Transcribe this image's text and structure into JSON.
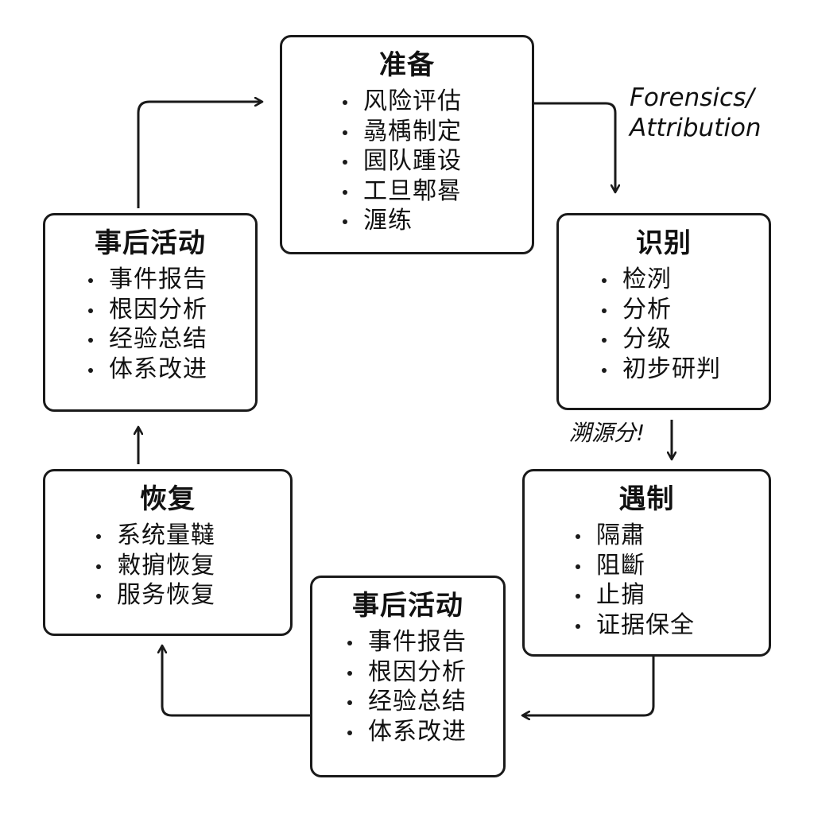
{
  "diagram": {
    "boxes": {
      "prepare": {
        "title": "准备",
        "items": [
          "风险评估",
          "骉楀制定",
          "囻队踵设",
          "工旦郫晷",
          "湹练"
        ]
      },
      "identify": {
        "title": "识别",
        "items": [
          "检洌",
          "分析",
          "分级",
          "初步研判"
        ]
      },
      "contain": {
        "title": "遇制",
        "items": [
          "隔肅",
          "阻斷",
          "止掮",
          "证据保全"
        ]
      },
      "post_bottom": {
        "title": "事后活动",
        "items": [
          "事件报告",
          "根因分析",
          "经验总结",
          "体系改进"
        ]
      },
      "recover": {
        "title": "恢复",
        "items": [
          "系统量韃",
          "敹掮恢复",
          "服务恢复"
        ]
      },
      "post_left": {
        "title": "事后活动",
        "items": [
          "事件报告",
          "根因分析",
          "经验总结",
          "体系改进"
        ]
      }
    },
    "annotations": {
      "forensics_line1": "Forensics/",
      "forensics_line2": "Attribution",
      "middle_note": "溯源分!"
    },
    "colors": {
      "stroke": "#1a1a1a",
      "background": "#ffffff",
      "text": "#111111"
    }
  }
}
